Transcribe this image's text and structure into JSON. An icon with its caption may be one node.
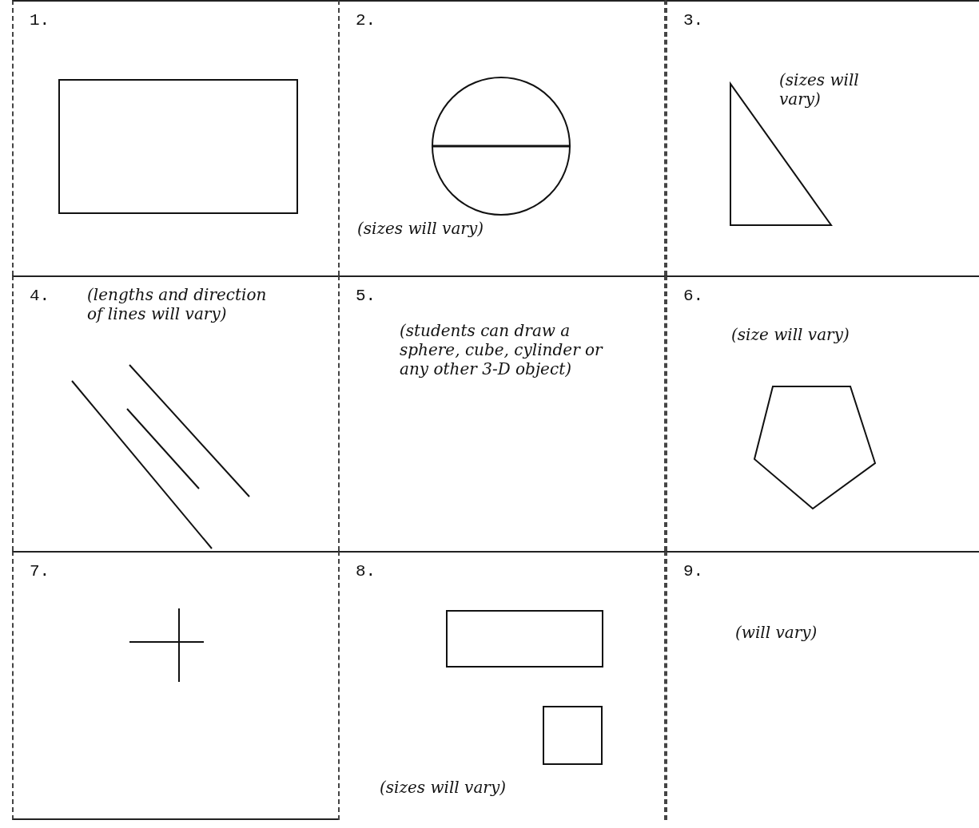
{
  "diagram": {
    "nodes": [
      {
        "text": [
          "1."
        ]
      },
      {
        "text": [
          "2.",
          "(sizes will vary)"
        ]
      },
      {
        "text": [
          "3.",
          "(sizes will vary)"
        ]
      },
      {
        "text": [
          "4.",
          "(lengths and direction of lines will vary)"
        ]
      },
      {
        "text": [
          "5.",
          "(students can draw a sphere, cube, cylinder or any other 3-D object)"
        ]
      },
      {
        "text": [
          "6.",
          "(size will vary)"
        ]
      },
      {
        "text": [
          "7."
        ]
      },
      {
        "text": [
          "8.",
          "(sizes will vary)"
        ]
      },
      {
        "text": [
          "9.",
          "(will vary)"
        ]
      }
    ]
  }
}
